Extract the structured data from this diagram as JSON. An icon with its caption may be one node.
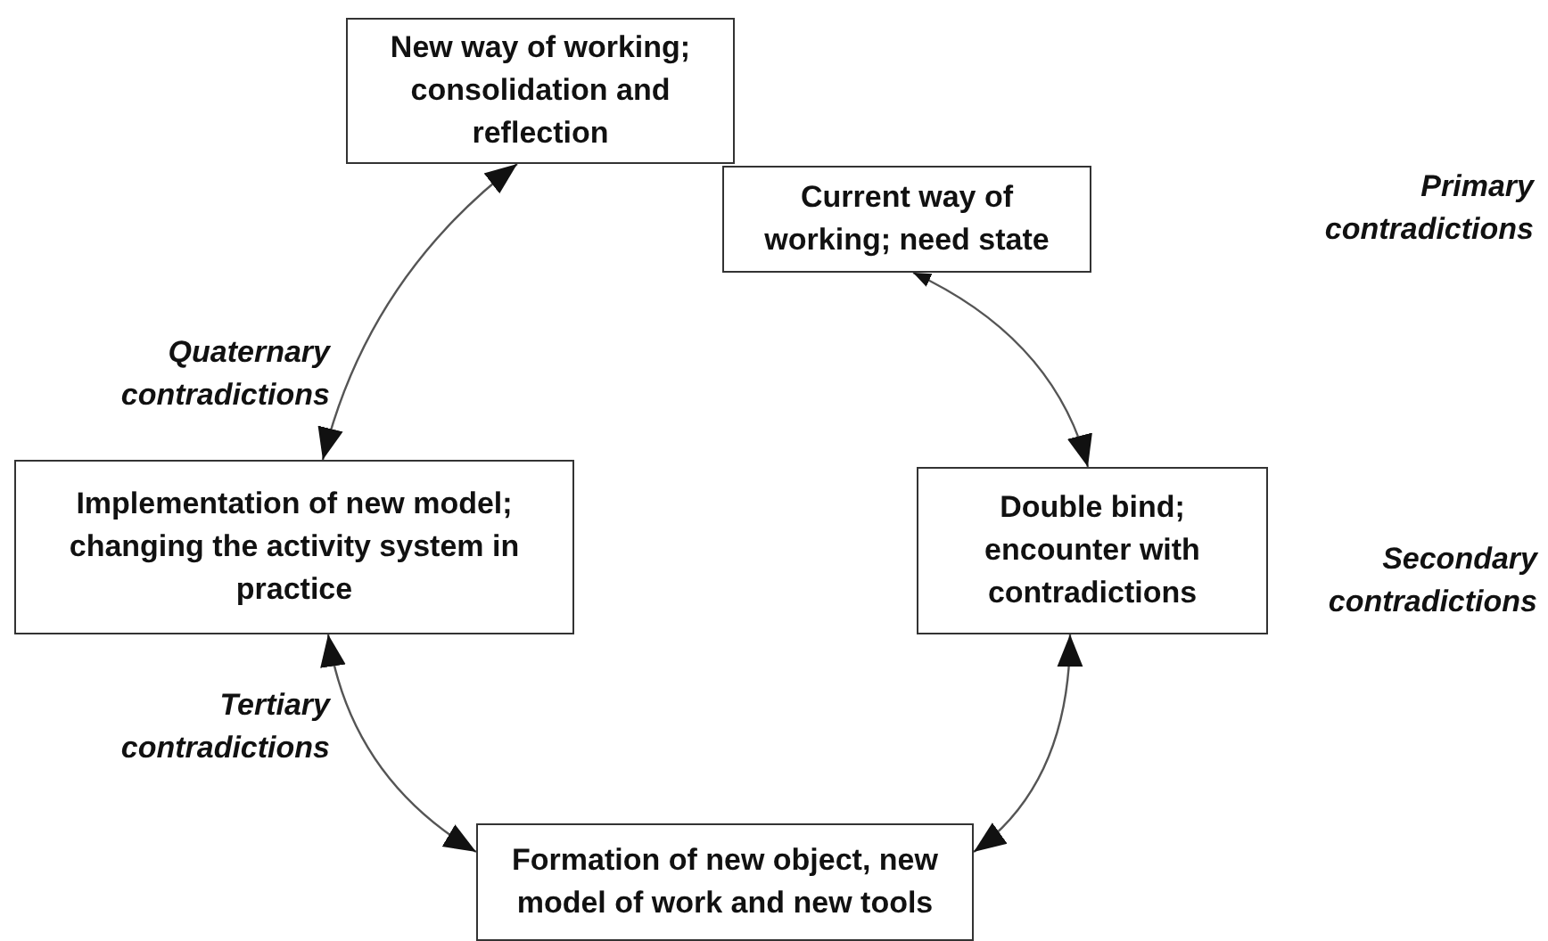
{
  "diagram": {
    "nodes": [
      {
        "text": [
          "New way of working; consolidation and reflection"
        ]
      },
      {
        "text": [
          "Current way of working; need state"
        ]
      },
      {
        "text": [
          "Double bind; encounter with contradictions"
        ]
      },
      {
        "text": [
          "Formation of new object, new model of work and new tools"
        ]
      },
      {
        "text": [
          "Implementation of new model; changing the activity system in practice"
        ]
      }
    ],
    "edges": [
      {
        "from": 1,
        "to": 2,
        "arrow": "both"
      },
      {
        "from": 2,
        "to": 3,
        "arrow": "both"
      },
      {
        "from": 3,
        "to": 4,
        "arrow": "both"
      },
      {
        "from": 4,
        "to": 0,
        "arrow": "both"
      }
    ],
    "labels": [
      "Primary contradictions",
      "Quaternary contradictions",
      "Secondary contradictions",
      "Tertiary contradictions"
    ]
  }
}
